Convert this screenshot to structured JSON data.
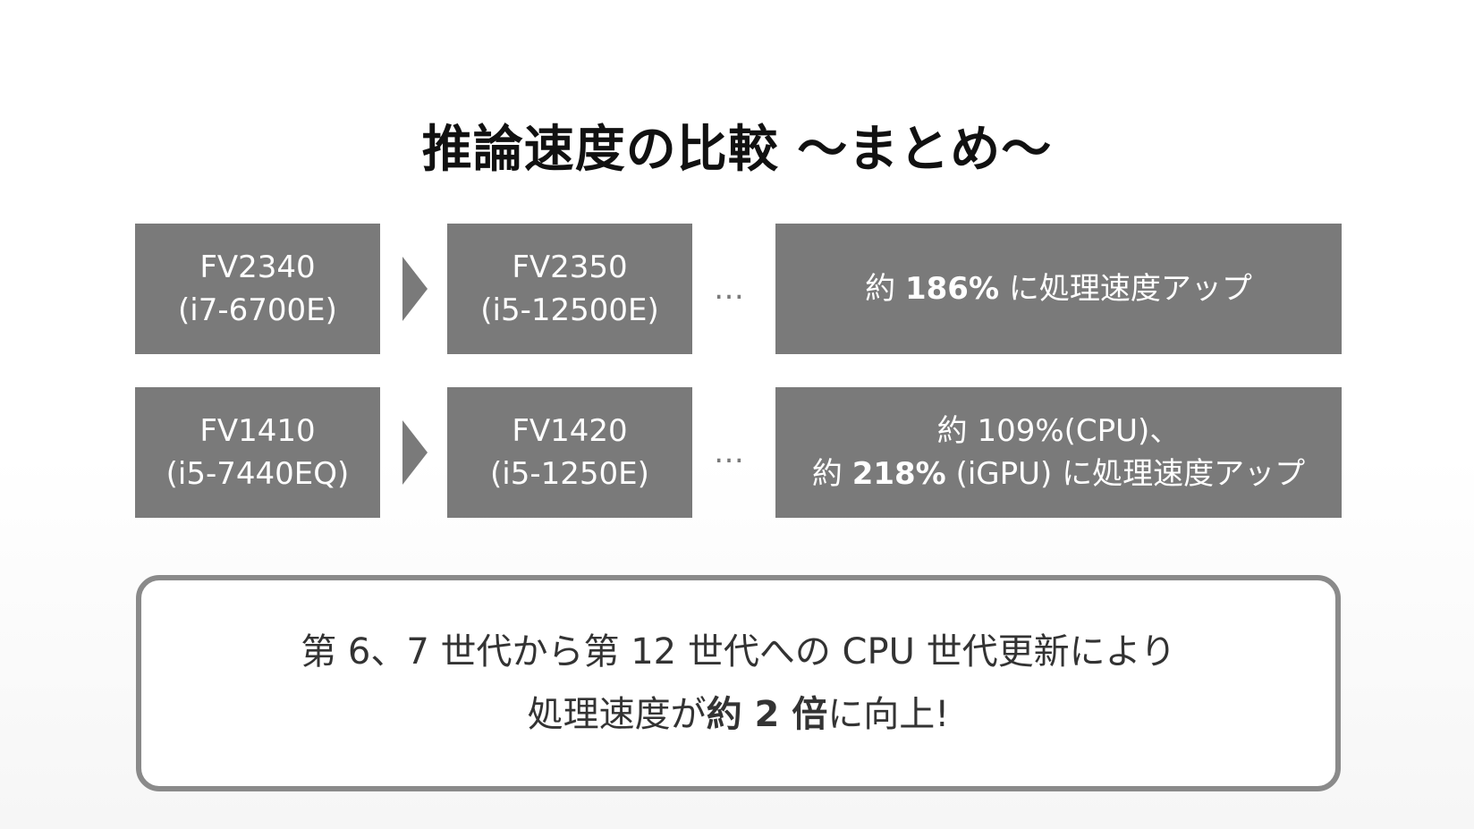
{
  "title": "推論速度の比較 ～まとめ～",
  "rows": [
    {
      "from": {
        "model": "FV2340",
        "cpu": "(i7-6700E)"
      },
      "to": {
        "model": "FV2350",
        "cpu": "(i5-12500E)"
      },
      "separator": "…",
      "result": {
        "line1_prefix": "約",
        "line1_bold": "186%",
        "line1_suffix": "に処理速度アップ",
        "line2_prefix": "",
        "line2_bold": "",
        "line2_suffix": ""
      }
    },
    {
      "from": {
        "model": "FV1410",
        "cpu": "(i5-7440EQ)"
      },
      "to": {
        "model": "FV1420",
        "cpu": "(i5-1250E)"
      },
      "separator": "…",
      "result": {
        "line1_prefix": "約 109%(CPU)、",
        "line1_bold": "",
        "line1_suffix": "",
        "line2_prefix": "約",
        "line2_bold": "218%",
        "line2_suffix": "(iGPU) に処理速度アップ"
      }
    }
  ],
  "summary": {
    "line1": "第 6、7 世代から第 12 世代への CPU 世代更新により",
    "line2_prefix": "処理速度が",
    "line2_bold": "約 2 倍",
    "line2_suffix": "に向上!"
  }
}
